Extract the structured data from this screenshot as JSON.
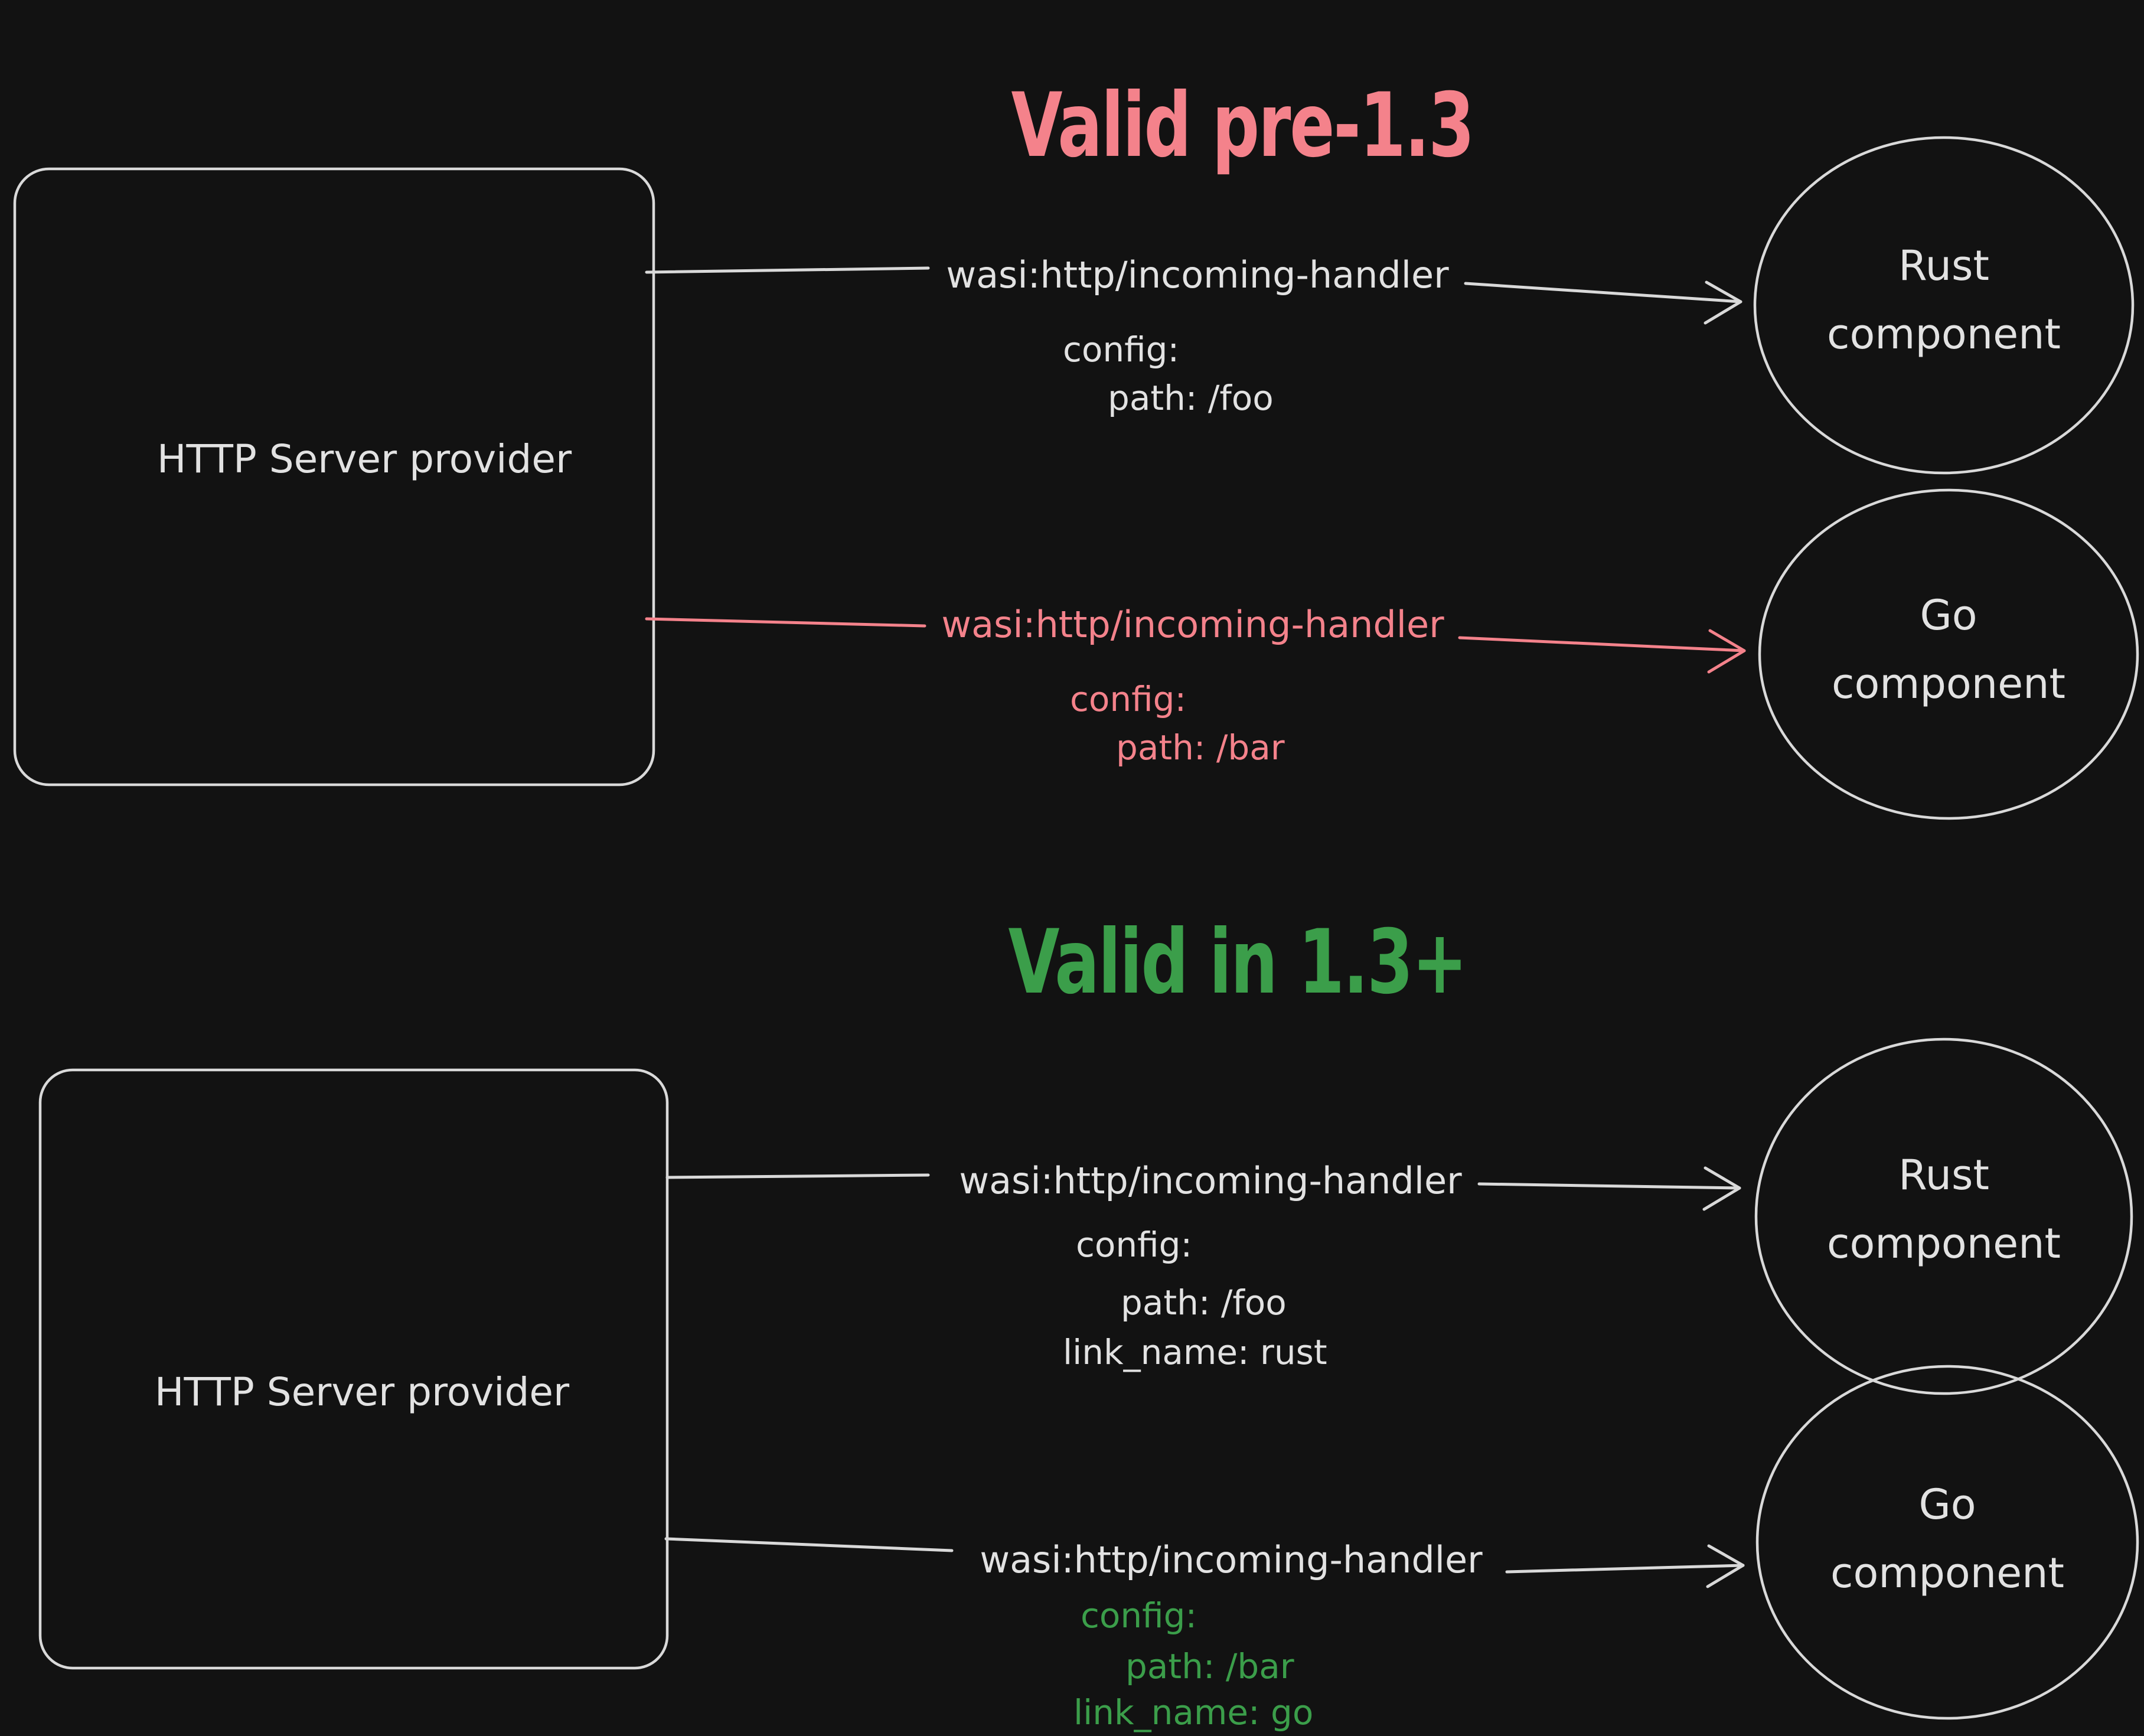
{
  "colors": {
    "background": "#121212",
    "stroke": "#d9d9d9",
    "text": "#e2e2e2",
    "red": "#f4828b",
    "green": "#3b9e4a"
  },
  "pre13": {
    "title": "Valid pre-1.3",
    "provider": "HTTP Server provider",
    "rust_arrow": {
      "interface": "wasi:http/incoming-handler",
      "config": "config:",
      "path": "path: /foo"
    },
    "go_arrow": {
      "interface": "wasi:http/incoming-handler",
      "config": "config:",
      "path": "path: /bar"
    },
    "rust_component": {
      "line1": "Rust",
      "line2": "component"
    },
    "go_component": {
      "line1": "Go",
      "line2": "component"
    }
  },
  "v13plus": {
    "title": "Valid in 1.3+",
    "provider": "HTTP Server provider",
    "rust_arrow": {
      "interface": "wasi:http/incoming-handler",
      "config": "config:",
      "path": "path: /foo",
      "link_name": "link_name: rust"
    },
    "go_arrow": {
      "interface": "wasi:http/incoming-handler",
      "config": "config:",
      "path": "path: /bar",
      "link_name": "link_name: go"
    },
    "rust_component": {
      "line1": "Rust",
      "line2": "component"
    },
    "go_component": {
      "line1": "Go",
      "line2": "component"
    }
  }
}
